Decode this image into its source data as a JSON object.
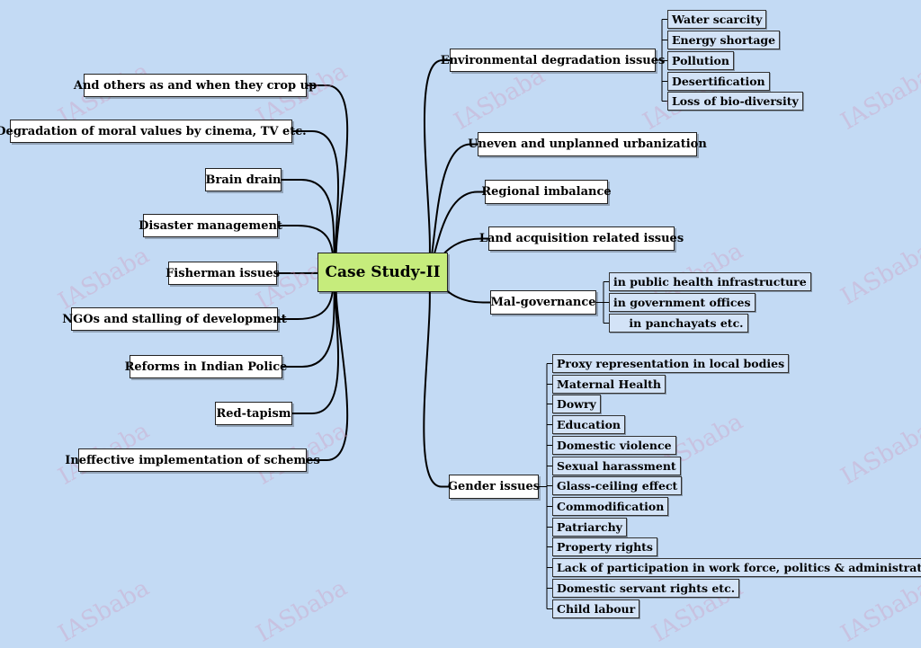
{
  "center": "Case Study-II",
  "left_nodes": [
    "And others as and when they crop up",
    "Degradation of moral values by cinema, TV etc.",
    "Brain drain",
    "Disaster management",
    "Fisherman issues",
    "NGOs and stalling of development",
    "Reforms in Indian Police",
    "Red-tapism",
    "Ineffective implementation of schemes"
  ],
  "right_nodes": [
    {
      "label": "Environmental degradation issues",
      "children": [
        "Water scarcity",
        "Energy shortage",
        "Pollution",
        "Desertification",
        "Loss of bio-diversity"
      ]
    },
    {
      "label": "Uneven and unplanned urbanization",
      "children": []
    },
    {
      "label": "Regional imbalance",
      "children": []
    },
    {
      "label": "Land acquisition related issues",
      "children": []
    },
    {
      "label": "Mal-governance",
      "children": [
        "in public health infrastructure",
        "in government offices",
        "    in panchayats etc."
      ]
    },
    {
      "label": "Gender issues",
      "children": [
        "Proxy representation in local bodies",
        "Maternal Health",
        "Dowry",
        "Education",
        "Domestic violence",
        "Sexual harassment",
        "Glass-ceiling effect",
        "Commodification",
        "Patriarchy",
        "Property rights",
        "Lack of participation in work force, politics & administration",
        "Domestic servant rights etc.",
        "Child labour"
      ]
    }
  ],
  "watermark": "IASbaba",
  "colors": {
    "background": "#c3daf4",
    "center": "#c6ec7c",
    "node": "#ffffff",
    "leaf": "#d3e3f7"
  }
}
